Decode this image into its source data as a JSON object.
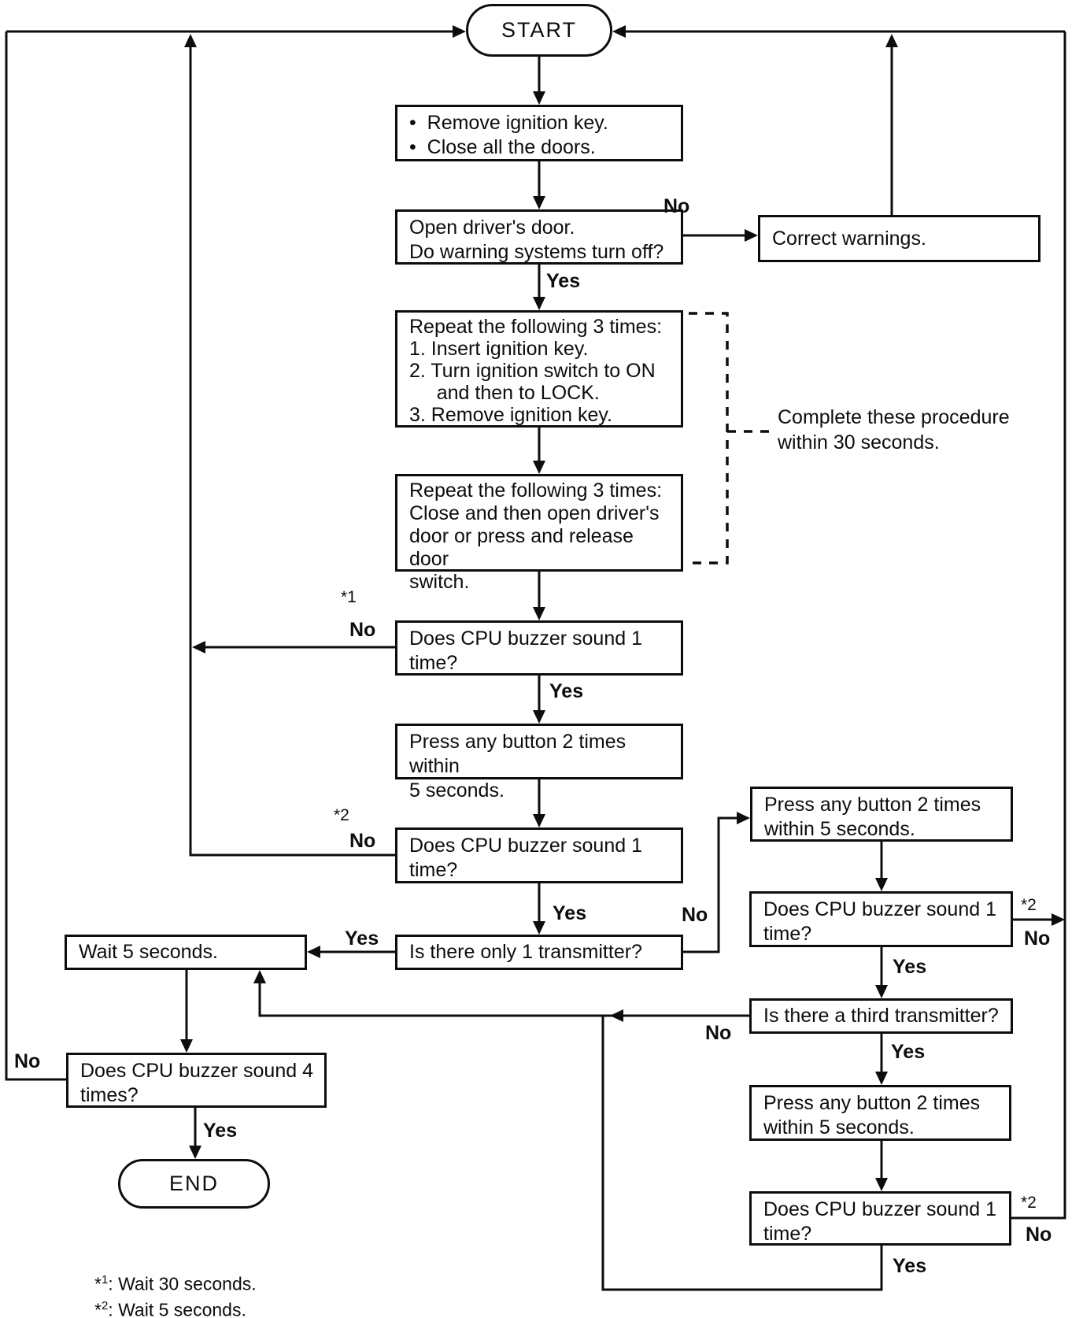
{
  "nodes": {
    "start": {
      "label": "START"
    },
    "prep": {
      "text": "•  Remove ignition key.\n•  Close all the doors."
    },
    "open_door": {
      "text": "Open driver's door.\nDo warning systems turn off?"
    },
    "correct_warnings": {
      "text": "Correct warnings."
    },
    "repeat_ignition": {
      "text": "Repeat the following 3 times:\n1. Insert ignition key.\n2. Turn ignition switch to ON\n     and then to LOCK.\n3. Remove ignition key."
    },
    "repeat_door": {
      "text": "Repeat the following 3 times:\nClose and then open driver's\ndoor or press and release door\nswitch."
    },
    "buzzer1": {
      "text": "Does CPU buzzer sound 1\ntime?"
    },
    "press_main": {
      "text": "Press any button 2 times within\n5 seconds."
    },
    "buzzer2": {
      "text": "Does CPU buzzer sound 1\ntime?"
    },
    "only_one_transmitter": {
      "text": "Is there only 1 transmitter?"
    },
    "wait5": {
      "text": "Wait 5 seconds."
    },
    "press_right1": {
      "text": "Press any button 2 times\nwithin 5 seconds."
    },
    "buzzer_right1": {
      "text": "Does CPU buzzer sound 1\ntime?"
    },
    "third_transmitter": {
      "text": "Is there a third transmitter?"
    },
    "press_right2": {
      "text": "Press any button 2 times\nwithin 5 seconds."
    },
    "buzzer_right2": {
      "text": "Does CPU buzzer sound 1\ntime?"
    },
    "buzzer_4times": {
      "text": "Does CPU buzzer sound 4\ntimes?"
    },
    "end": {
      "label": "END"
    }
  },
  "labels": {
    "no_open": "No",
    "yes_open": "Yes",
    "star1": "*1",
    "no_buzzer1": "No",
    "yes_buzzer1": "Yes",
    "star2_buzzer2": "*2",
    "no_buzzer2": "No",
    "yes_buzzer2": "Yes",
    "yes_only_one": "Yes",
    "no_only_one": "No",
    "star2_right1": "*2",
    "no_right1": "No",
    "yes_right1": "Yes",
    "no_third": "No",
    "yes_third": "Yes",
    "star2_right2": "*2",
    "no_right2": "No",
    "yes_right2": "Yes",
    "no_4times": "No",
    "yes_4times": "Yes"
  },
  "annotation": {
    "text": "Complete these procedure\nwithin 30 seconds."
  },
  "footnotes": [
    {
      "marker": "*",
      "sup": "1",
      "text": ": Wait 30 seconds."
    },
    {
      "marker": "*",
      "sup": "2",
      "text": ": Wait 5 seconds."
    }
  ]
}
